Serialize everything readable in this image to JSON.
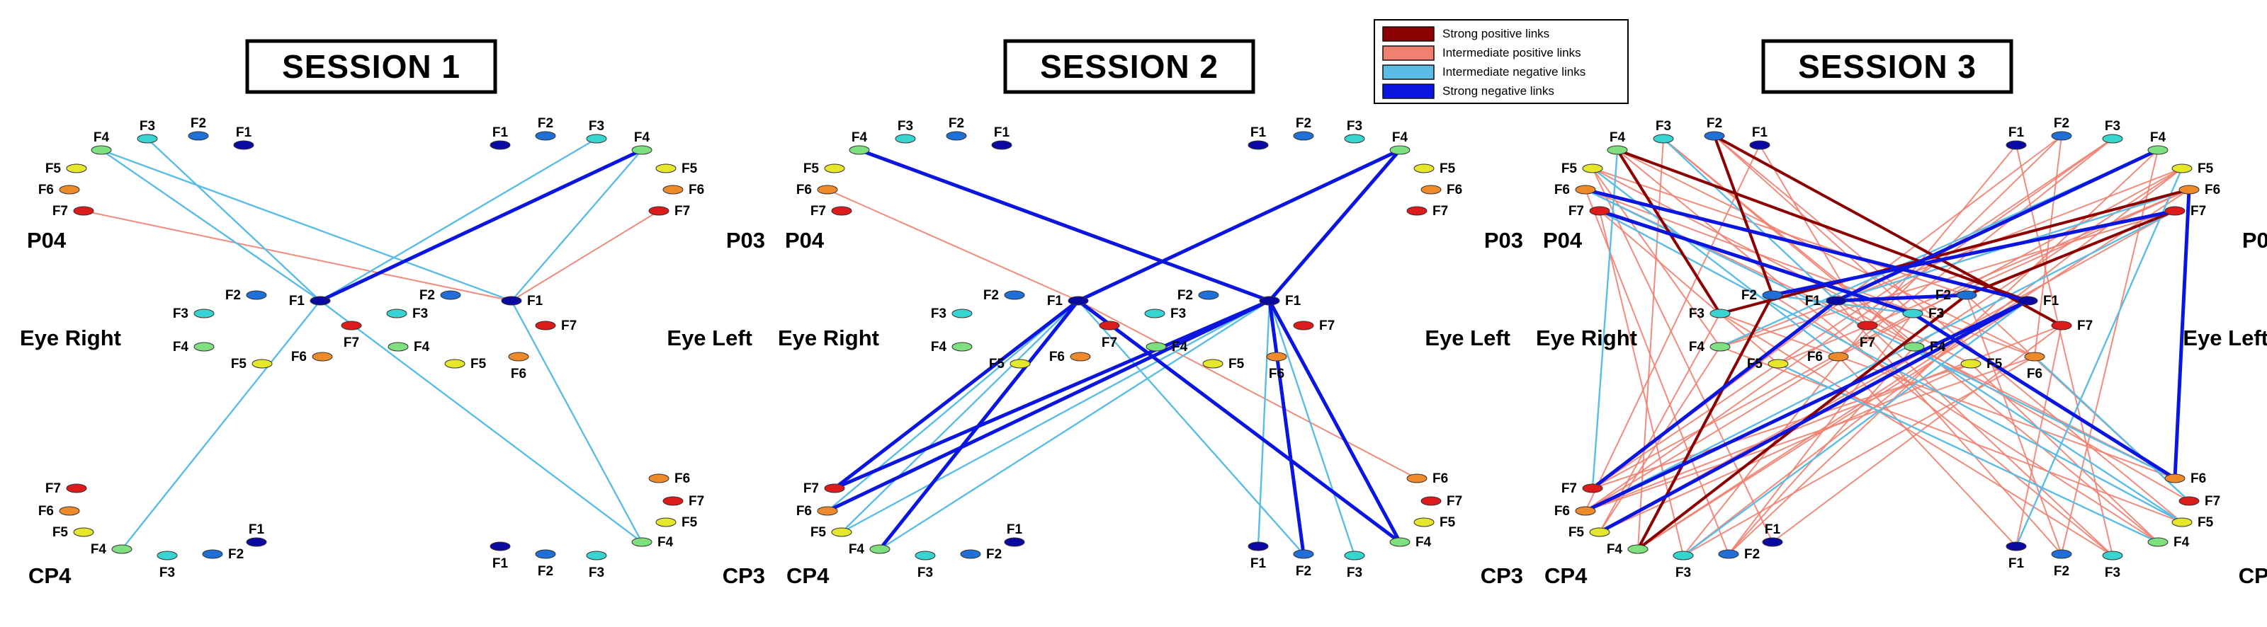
{
  "legend": {
    "items": [
      {
        "key": "sp",
        "label": "Strong positive links",
        "color": "#8b0000"
      },
      {
        "key": "ip",
        "label": "Intermediate positive links",
        "color": "#f08070"
      },
      {
        "key": "in",
        "label": "Intermediate negative links",
        "color": "#5bbde6"
      },
      {
        "key": "sn",
        "label": "Strong negative links",
        "color": "#0a16e0"
      }
    ]
  },
  "group_labels": {
    "top_left": "P04",
    "top_right": "P03",
    "mid_left": "Eye Right",
    "mid_right": "Eye Left",
    "bottom_left": "CP4",
    "bottom_right": "CP3"
  },
  "node_colors": {
    "F1": "#0a0aa0",
    "F2": "#1f6fd6",
    "F3": "#38d4d0",
    "F4": "#7fe07f",
    "F5": "#e6e62a",
    "F6": "#ef8a2a",
    "F7": "#dd1b1b"
  },
  "sessions": [
    {
      "title": "SESSION 1",
      "links": [
        {
          "from": "TL.F4",
          "to": "ML.F1",
          "type": "in"
        },
        {
          "from": "TL.F4",
          "to": "MR.F1",
          "type": "in"
        },
        {
          "from": "TL.F3",
          "to": "ML.F1",
          "type": "in"
        },
        {
          "from": "TL.F7",
          "to": "MR.F1",
          "type": "ip"
        },
        {
          "from": "TR.F4",
          "to": "ML.F1",
          "type": "sn"
        },
        {
          "from": "TR.F3",
          "to": "ML.F1",
          "type": "in"
        },
        {
          "from": "TR.F4",
          "to": "MR.F1",
          "type": "in"
        },
        {
          "from": "TR.F7",
          "to": "MR.F1",
          "type": "ip"
        },
        {
          "from": "ML.F1",
          "to": "BL.F4",
          "type": "in"
        },
        {
          "from": "ML.F1",
          "to": "BR.F4",
          "type": "in"
        },
        {
          "from": "MR.F1",
          "to": "BR.F4",
          "type": "in"
        }
      ]
    },
    {
      "title": "SESSION 2",
      "links": [
        {
          "from": "TL.F4",
          "to": "MR.F1",
          "type": "sn"
        },
        {
          "from": "TL.F6",
          "to": "ML.F1",
          "type": "ip"
        },
        {
          "from": "TR.F4",
          "to": "ML.F1",
          "type": "sn"
        },
        {
          "from": "TR.F4",
          "to": "MR.F1",
          "type": "sn"
        },
        {
          "from": "ML.F1",
          "to": "BL.F7",
          "type": "sn"
        },
        {
          "from": "ML.F1",
          "to": "BL.F5",
          "type": "in"
        },
        {
          "from": "ML.F1",
          "to": "BL.F4",
          "type": "sn"
        },
        {
          "from": "ML.F1",
          "to": "BL.F6",
          "type": "in"
        },
        {
          "from": "ML.F1",
          "to": "BR.F4",
          "type": "sn"
        },
        {
          "from": "ML.F1",
          "to": "BR.F2",
          "type": "in"
        },
        {
          "from": "ML.F1",
          "to": "BR.F6",
          "type": "ip"
        },
        {
          "from": "MR.F1",
          "to": "BL.F7",
          "type": "sn"
        },
        {
          "from": "MR.F1",
          "to": "BL.F6",
          "type": "sn"
        },
        {
          "from": "MR.F1",
          "to": "BL.F5",
          "type": "in"
        },
        {
          "from": "MR.F1",
          "to": "BL.F4",
          "type": "in"
        },
        {
          "from": "MR.F1",
          "to": "BR.F1",
          "type": "in"
        },
        {
          "from": "MR.F1",
          "to": "BR.F2",
          "type": "sn"
        },
        {
          "from": "MR.F1",
          "to": "BR.F3",
          "type": "in"
        },
        {
          "from": "MR.F1",
          "to": "BR.F4",
          "type": "sn"
        }
      ]
    },
    {
      "title": "SESSION 3",
      "links": [
        {
          "from": "TL.F4",
          "to": "MR.F1",
          "type": "sp"
        },
        {
          "from": "TL.F4",
          "to": "ML.F3",
          "type": "sp"
        },
        {
          "from": "TL.F2",
          "to": "MR.F7",
          "type": "sp"
        },
        {
          "from": "TL.F2",
          "to": "ML.F2",
          "type": "sp"
        },
        {
          "from": "TL.F7",
          "to": "MR.F3",
          "type": "sn"
        },
        {
          "from": "TL.F6",
          "to": "MR.F1",
          "type": "sn"
        },
        {
          "from": "TL.F5",
          "to": "MR.F5",
          "type": "ip"
        },
        {
          "from": "TL.F5",
          "to": "ML.F4",
          "type": "ip"
        },
        {
          "from": "TL.F3",
          "to": "MR.F4",
          "type": "ip"
        },
        {
          "from": "TL.F1",
          "to": "ML.F7",
          "type": "ip"
        },
        {
          "from": "TL.F6",
          "to": "MR.F6",
          "type": "ip"
        },
        {
          "from": "TL.F5",
          "to": "ML.F6",
          "type": "in"
        },
        {
          "from": "TR.F4",
          "to": "ML.F1",
          "type": "sn"
        },
        {
          "from": "TR.F7",
          "to": "ML.F2",
          "type": "sn"
        },
        {
          "from": "TR.F6",
          "to": "ML.F3",
          "type": "sp"
        },
        {
          "from": "TR.F5",
          "to": "ML.F4",
          "type": "ip"
        },
        {
          "from": "TR.F6",
          "to": "ML.F5",
          "type": "ip"
        },
        {
          "from": "TR.F3",
          "to": "ML.F6",
          "type": "ip"
        },
        {
          "from": "TR.F1",
          "to": "ML.F7",
          "type": "ip"
        },
        {
          "from": "TR.F2",
          "to": "MR.F6",
          "type": "ip"
        },
        {
          "from": "TR.F6",
          "to": "ML.F1",
          "type": "in"
        },
        {
          "from": "TR.F7",
          "to": "MR.F2",
          "type": "sp"
        },
        {
          "from": "TR.F4",
          "to": "ML.F4",
          "type": "in"
        },
        {
          "from": "TR.F5",
          "to": "MR.F4",
          "type": "ip"
        },
        {
          "from": "TR.F6",
          "to": "BR.F6",
          "type": "sn"
        },
        {
          "from": "ML.F1",
          "to": "BL.F7",
          "type": "sn"
        },
        {
          "from": "ML.F2",
          "to": "BL.F4",
          "type": "sp"
        },
        {
          "from": "ML.F4",
          "to": "BL.F5",
          "type": "ip"
        },
        {
          "from": "ML.F6",
          "to": "BL.F6",
          "type": "ip"
        },
        {
          "from": "ML.F7",
          "to": "BL.F3",
          "type": "ip"
        },
        {
          "from": "ML.F3",
          "to": "BR.F3",
          "type": "ip"
        },
        {
          "from": "ML.F5",
          "to": "BR.F4",
          "type": "in"
        },
        {
          "from": "ML.F1",
          "to": "BR.F2",
          "type": "ip"
        },
        {
          "from": "ML.F1",
          "to": "BR.F7",
          "type": "ip"
        },
        {
          "from": "MR.F1",
          "to": "BL.F6",
          "type": "sn"
        },
        {
          "from": "MR.F1",
          "to": "BL.F5",
          "type": "sn"
        },
        {
          "from": "MR.F1",
          "to": "BL.F3",
          "type": "in"
        },
        {
          "from": "MR.F2",
          "to": "BL.F4",
          "type": "sp"
        },
        {
          "from": "MR.F3",
          "to": "BL.F7",
          "type": "ip"
        },
        {
          "from": "MR.F4",
          "to": "BL.F2",
          "type": "ip"
        },
        {
          "from": "MR.F5",
          "to": "BL.F5",
          "type": "ip"
        },
        {
          "from": "MR.F6",
          "to": "BL.F6",
          "type": "ip"
        },
        {
          "from": "MR.F7",
          "to": "BL.F1",
          "type": "ip"
        },
        {
          "from": "MR.F3",
          "to": "BR.F6",
          "type": "sn"
        },
        {
          "from": "MR.F6",
          "to": "BR.F7",
          "type": "in"
        },
        {
          "from": "MR.F4",
          "to": "BR.F5",
          "type": "in"
        },
        {
          "from": "MR.F5",
          "to": "BR.F4",
          "type": "ip"
        },
        {
          "from": "MR.F2",
          "to": "BR.F2",
          "type": "ip"
        },
        {
          "from": "MR.F7",
          "to": "BR.F1",
          "type": "ip"
        },
        {
          "from": "TL.F7",
          "to": "BL.F3",
          "type": "ip"
        },
        {
          "from": "TL.F6",
          "to": "BL.F2",
          "type": "ip"
        },
        {
          "from": "TL.F5",
          "to": "BL.F1",
          "type": "ip"
        },
        {
          "from": "TL.F4",
          "to": "BR.F3",
          "type": "ip"
        },
        {
          "from": "TL.F3",
          "to": "BR.F4",
          "type": "ip"
        },
        {
          "from": "TL.F2",
          "to": "BR.F5",
          "type": "ip"
        },
        {
          "from": "TL.F3",
          "to": "BL.F4",
          "type": "ip"
        },
        {
          "from": "TL.F1",
          "to": "BL.F6",
          "type": "ip"
        },
        {
          "from": "TL.F4",
          "to": "BL.F7",
          "type": "in"
        },
        {
          "from": "TR.F7",
          "to": "BL.F5",
          "type": "ip"
        },
        {
          "from": "TR.F6",
          "to": "BL.F4",
          "type": "ip"
        },
        {
          "from": "TR.F5",
          "to": "BL.F3",
          "type": "ip"
        },
        {
          "from": "TR.F4",
          "to": "BL.F2",
          "type": "ip"
        },
        {
          "from": "TR.F3",
          "to": "BL.F6",
          "type": "ip"
        },
        {
          "from": "TR.F2",
          "to": "BL.F7",
          "type": "ip"
        },
        {
          "from": "TR.F1",
          "to": "BR.F3",
          "type": "ip"
        },
        {
          "from": "TR.F4",
          "to": "BR.F2",
          "type": "ip"
        },
        {
          "from": "TR.F5",
          "to": "BR.F1",
          "type": "in"
        },
        {
          "from": "TL.F6",
          "to": "BR.F6",
          "type": "in"
        },
        {
          "from": "TL.F7",
          "to": "BR.F5",
          "type": "in"
        },
        {
          "from": "TR.F7",
          "to": "BL.F6",
          "type": "in"
        },
        {
          "from": "TL.F5",
          "to": "MR.F2",
          "type": "ip"
        },
        {
          "from": "TL.F4",
          "to": "MR.F6",
          "type": "ip"
        },
        {
          "from": "TL.F6",
          "to": "MR.F4",
          "type": "ip"
        },
        {
          "from": "TL.F7",
          "to": "ML.F5",
          "type": "ip"
        },
        {
          "from": "TL.F3",
          "to": "ML.F1",
          "type": "in"
        },
        {
          "from": "TL.F2",
          "to": "MR.F3",
          "type": "ip"
        },
        {
          "from": "TR.F2",
          "to": "ML.F7",
          "type": "ip"
        },
        {
          "from": "TR.F3",
          "to": "ML.F5",
          "type": "ip"
        },
        {
          "from": "TR.F5",
          "to": "ML.F6",
          "type": "ip"
        },
        {
          "from": "TR.F6",
          "to": "MR.F3",
          "type": "ip"
        },
        {
          "from": "TR.F7",
          "to": "ML.F4",
          "type": "ip"
        },
        {
          "from": "ML.F2",
          "to": "BR.F4",
          "type": "ip"
        },
        {
          "from": "ML.F3",
          "to": "BR.F6",
          "type": "ip"
        },
        {
          "from": "ML.F4",
          "to": "BR.F5",
          "type": "ip"
        },
        {
          "from": "ML.F6",
          "to": "BR.F1",
          "type": "ip"
        },
        {
          "from": "ML.F7",
          "to": "BR.F3",
          "type": "ip"
        },
        {
          "from": "ML.F5",
          "to": "BL.F7",
          "type": "ip"
        },
        {
          "from": "ML.F3",
          "to": "BL.F5",
          "type": "ip"
        },
        {
          "from": "MR.F1",
          "to": "BL.F4",
          "type": "ip"
        },
        {
          "from": "MR.F3",
          "to": "BL.F2",
          "type": "ip"
        },
        {
          "from": "MR.F5",
          "to": "BL.F7",
          "type": "ip"
        },
        {
          "from": "MR.F6",
          "to": "BL.F3",
          "type": "ip"
        },
        {
          "from": "MR.F7",
          "to": "BL.F6",
          "type": "ip"
        },
        {
          "from": "MR.F2",
          "to": "BR.F7",
          "type": "ip"
        },
        {
          "from": "MR.F4",
          "to": "BR.F6",
          "type": "ip"
        },
        {
          "from": "ML.F2",
          "to": "MR.F3",
          "type": "in"
        },
        {
          "from": "ML.F1",
          "to": "MR.F2",
          "type": "sn"
        }
      ]
    }
  ]
}
